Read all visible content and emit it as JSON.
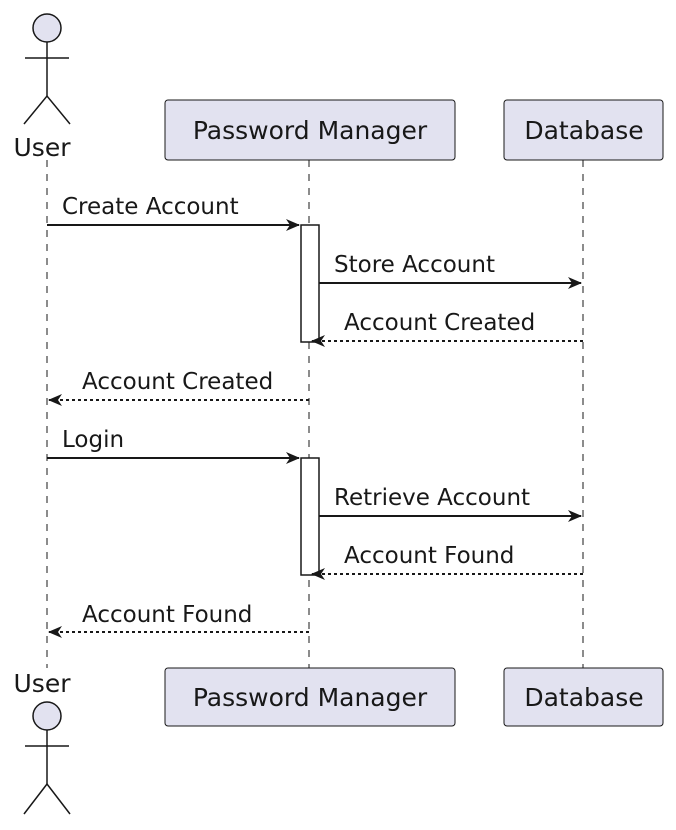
{
  "participants": {
    "user": "User",
    "password_manager": "Password Manager",
    "database": "Database"
  },
  "messages": [
    {
      "label": "Create Account",
      "from": "user",
      "to": "password_manager",
      "style": "solid"
    },
    {
      "label": "Store Account",
      "from": "password_manager",
      "to": "database",
      "style": "solid"
    },
    {
      "label": "Account Created",
      "from": "database",
      "to": "password_manager",
      "style": "dashed"
    },
    {
      "label": "Account Created",
      "from": "password_manager",
      "to": "user",
      "style": "dashed"
    },
    {
      "label": "Login",
      "from": "user",
      "to": "password_manager",
      "style": "solid"
    },
    {
      "label": "Retrieve Account",
      "from": "password_manager",
      "to": "database",
      "style": "solid"
    },
    {
      "label": "Account Found",
      "from": "database",
      "to": "password_manager",
      "style": "dashed"
    },
    {
      "label": "Account Found",
      "from": "password_manager",
      "to": "user",
      "style": "dashed"
    }
  ],
  "colors": {
    "participant_fill": "#E2E2F0",
    "line": "#181818"
  }
}
